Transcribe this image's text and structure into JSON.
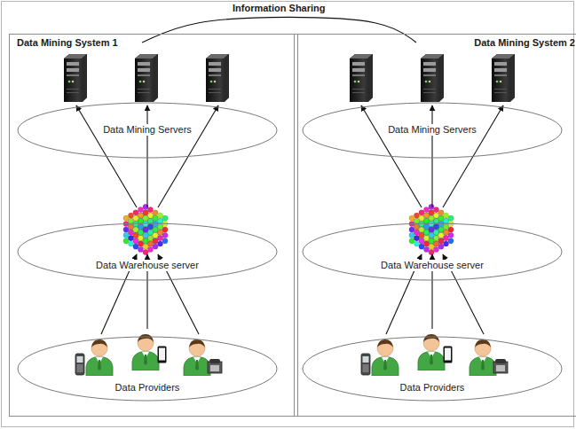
{
  "diagram": {
    "nodes": [
      {
        "text": [
          "Data Mining System 1"
        ]
      },
      {
        "text": [
          "Data Mining Servers"
        ],
        "in": 0
      },
      {
        "text": [
          "Data Warehouse server"
        ],
        "in": 0
      },
      {
        "text": [
          "Data Providers"
        ],
        "in": 0
      },
      {
        "text": [
          "Data Mining System 2"
        ]
      },
      {
        "text": [
          "Data Mining Servers"
        ],
        "in": 4
      },
      {
        "text": [
          "Data Warehouse server"
        ],
        "in": 4
      },
      {
        "text": [
          "Data Providers"
        ],
        "in": 4
      }
    ],
    "edges": [
      {
        "from": 0,
        "to": 4,
        "label": "Information Sharing",
        "arrow": "none"
      },
      {
        "from": 2,
        "to": 1,
        "arrow": "to"
      },
      {
        "from": 2,
        "to": 1,
        "arrow": "to"
      },
      {
        "from": 2,
        "to": 1,
        "arrow": "to"
      },
      {
        "from": 3,
        "to": 2,
        "arrow": "to"
      },
      {
        "from": 3,
        "to": 2,
        "arrow": "to"
      },
      {
        "from": 3,
        "to": 2,
        "arrow": "to"
      },
      {
        "from": 6,
        "to": 5,
        "arrow": "to"
      },
      {
        "from": 6,
        "to": 5,
        "arrow": "to"
      },
      {
        "from": 6,
        "to": 5,
        "arrow": "to"
      },
      {
        "from": 7,
        "to": 6,
        "arrow": "to"
      },
      {
        "from": 7,
        "to": 6,
        "arrow": "to"
      },
      {
        "from": 7,
        "to": 6,
        "arrow": "to"
      }
    ]
  }
}
